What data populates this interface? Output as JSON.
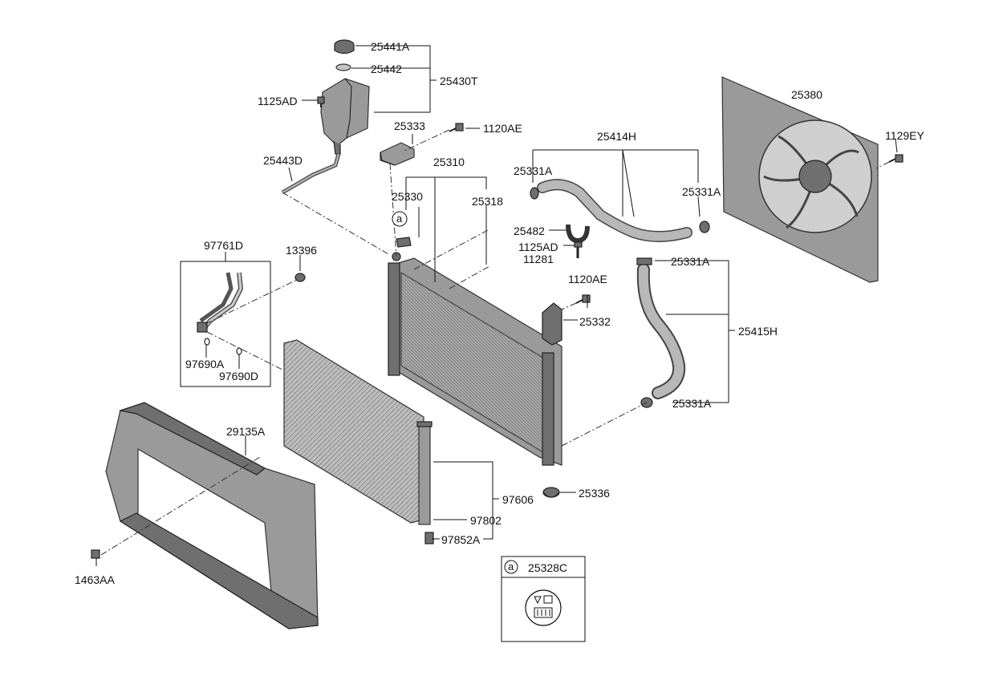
{
  "labels": {
    "p25441A": "25441A",
    "p25442": "25442",
    "p25430T": "25430T",
    "p1125AD_a": "1125AD",
    "p25333": "25333",
    "p1120AE_a": "1120AE",
    "p25443D": "25443D",
    "p25310": "25310",
    "p25330": "25330",
    "p25318": "25318",
    "p25414H": "25414H",
    "p25331A_a": "25331A",
    "p25331A_b": "25331A",
    "p25380": "25380",
    "p1129EY": "1129EY",
    "p25482": "25482",
    "p1125AD_b": "1125AD",
    "p11281": "11281",
    "p25331A_c": "25331A",
    "p97761D": "97761D",
    "p13396": "13396",
    "p1120AE_b": "1120AE",
    "p25332": "25332",
    "p25415H": "25415H",
    "p97690A": "97690A",
    "p97690D": "97690D",
    "p25331A_d": "25331A",
    "p29135A": "29135A",
    "p25336": "25336",
    "p97606": "97606",
    "p97802": "97802",
    "p97852A": "97852A",
    "p1463AA": "1463AA",
    "p25328C": "25328C"
  },
  "callouts": {
    "a_circle": "a",
    "a_circle_box": "a"
  }
}
